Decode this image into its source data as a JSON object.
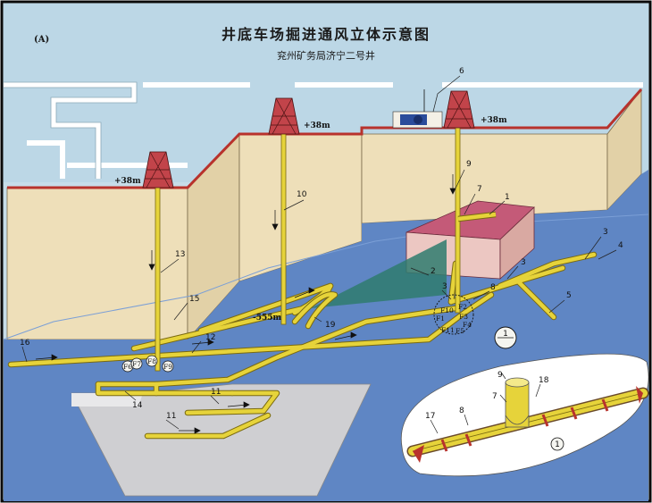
{
  "title": "井底车场掘进通风立体示意图",
  "subtitle": "兖州矿务局济宁二号井",
  "panel_label": "(A)",
  "elevations": {
    "left": "+38m",
    "middle": "+38m",
    "right": "+38m",
    "deep": "-555m"
  },
  "labels": {
    "n1": "1",
    "n2": "2",
    "n3a": "3",
    "n3b": "3",
    "n3c": "3",
    "n4": "4",
    "n5": "5",
    "n6": "6",
    "n7": "7",
    "n8": "8",
    "n9": "9",
    "n10": "10",
    "n11a": "11",
    "n11b": "11",
    "n12": "12",
    "n13": "13",
    "n14": "14",
    "n15": "15",
    "n16": "16",
    "n19": "19"
  },
  "fans": {
    "f10": "F10",
    "f2": "F2",
    "f1": "F1",
    "f3": "F3",
    "f4": "F4",
    "f11": "F11",
    "f5": "F5",
    "f6": "F6",
    "f7": "F7",
    "f8": "F8",
    "f9": "F9"
  },
  "inset": {
    "n9": "9",
    "n7": "7",
    "n18": "18",
    "n17": "17",
    "n8": "8",
    "marker": "1"
  },
  "detail_marker": "1",
  "colors": {
    "sky": "#bcd7e6",
    "ground": "#eedfb9",
    "water": "#5f86c4",
    "tunnel": "#e6d33a",
    "tower": "#c2444a",
    "brick": "#b8322c",
    "block_top": "#c45a78",
    "block_side": "#ecc7c2",
    "airflow": "#2f7b6e"
  }
}
